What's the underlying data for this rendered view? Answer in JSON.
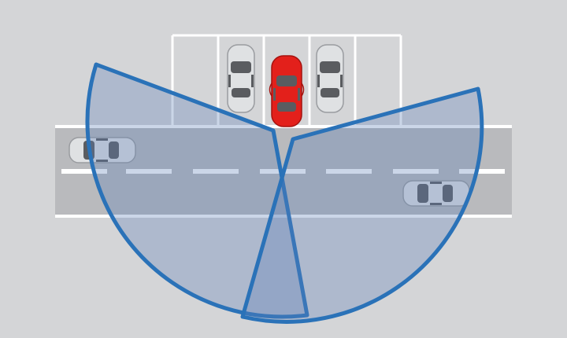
{
  "colors": {
    "background": "#d4d5d7",
    "road": "#b9babd",
    "lane_marking": "#ffffff",
    "parking_line": "#ffffff",
    "sensor_outline": "#2a72b8",
    "sensor_fill": "#5d7fb8",
    "ego_car": "#e3201b",
    "parked_car": "#dfe1e3",
    "passing_car": "#dfe1e3",
    "car_window": "#5a5c60"
  },
  "scene": {
    "ego_vehicle": {
      "state": "reversing-out-of-parking-space",
      "color_name": "red"
    },
    "parked_vehicles": 2,
    "passing_vehicles": 2,
    "sensor_zones": 2,
    "parking_spaces": 5
  }
}
